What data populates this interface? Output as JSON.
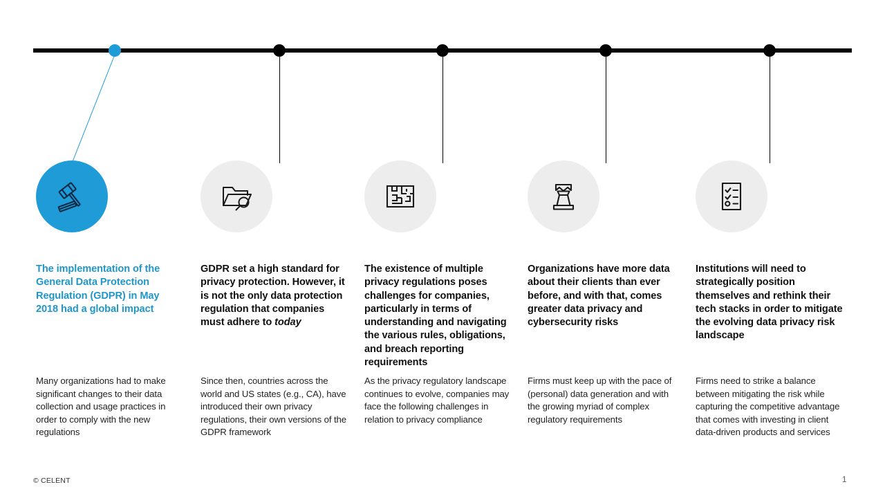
{
  "theme": {
    "accent_color": "#1f9cd7",
    "heading_accent_color": "#2196c9",
    "circle_bg": "#ededed",
    "line_color": "#000000",
    "text_color": "#111111"
  },
  "timeline": {
    "dots": [
      {
        "name": "milestone-1",
        "accent": true
      },
      {
        "name": "milestone-2",
        "accent": false
      },
      {
        "name": "milestone-3",
        "accent": false
      },
      {
        "name": "milestone-4",
        "accent": false
      },
      {
        "name": "milestone-5",
        "accent": false
      }
    ]
  },
  "columns": [
    {
      "icon": "gavel-icon",
      "accent": true,
      "heading": "The implementation of the General Data Protection Regulation (GDPR) in May 2018 had a global impact",
      "body": "Many organizations had to make significant changes to their data collection and usage practices in order to comply with the new regulations"
    },
    {
      "icon": "folder-search-icon",
      "accent": false,
      "heading_prefix": "GDPR set a high standard for privacy protection. However, it is not the only data protection regulation that companies must adhere to ",
      "heading_italic": "today",
      "heading": "GDPR set a high standard for privacy protection. However, it is not the only data protection regulation that companies must adhere to today",
      "body": "Since then, countries across the world and US states (e.g., CA), have introduced their own privacy regulations, their own versions of the GDPR framework"
    },
    {
      "icon": "maze-icon",
      "accent": false,
      "heading": "The existence of multiple privacy regulations poses challenges for companies, particularly in terms of understanding and navigating the various rules, obligations, and breach reporting requirements",
      "body": "As the privacy regulatory landscape continues to evolve, companies may face the following challenges in relation to privacy compliance"
    },
    {
      "icon": "chess-rook-icon",
      "accent": false,
      "heading": "Organizations have more data about their clients than ever before, and with that, comes greater data privacy and cybersecurity risks",
      "body": "Firms must keep up with the pace of (personal) data generation and with the growing myriad of complex regulatory requirements"
    },
    {
      "icon": "checklist-icon",
      "accent": false,
      "heading": "Institutions will need to strategically position themselves and rethink their tech stacks in order to mitigate the evolving data privacy risk landscape",
      "body": "Firms need to strike a balance between mitigating the risk while capturing the competitive advantage that comes with investing in client data-driven products and services"
    }
  ],
  "footer": {
    "copyright": "© CELENT",
    "page_number": "1"
  }
}
